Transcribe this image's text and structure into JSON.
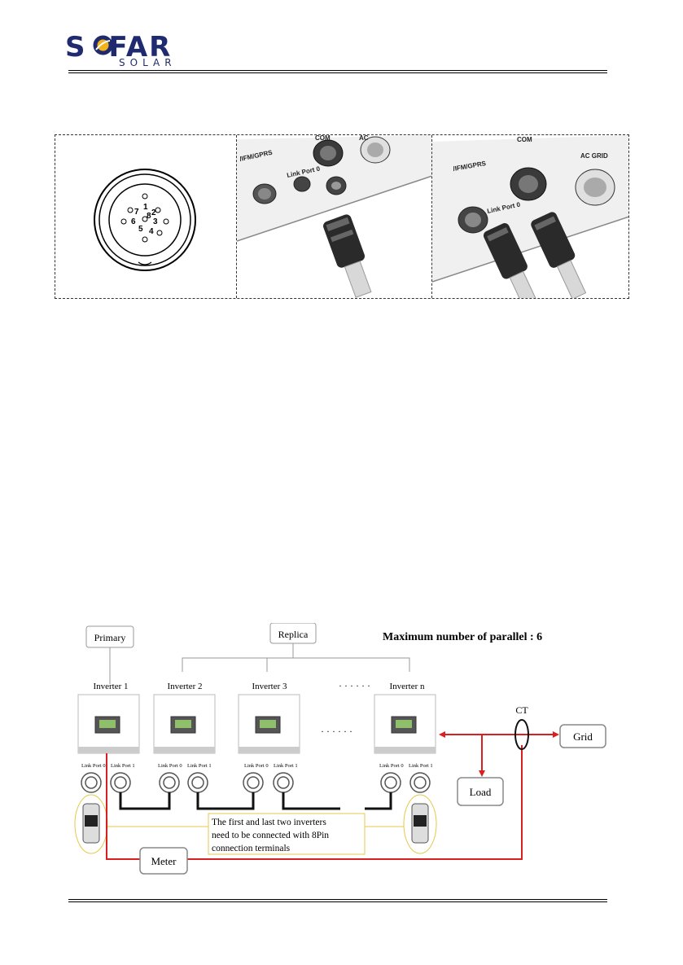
{
  "header": {
    "page_number": "",
    "logo_text": "SOFAR",
    "logo_subtext": "SOLAR"
  },
  "connector_photos": {
    "pin_labels": [
      "1",
      "2",
      "3",
      "4",
      "5",
      "6",
      "7",
      "8"
    ],
    "photo2_labels": {
      "ifm": "/IFM/GPRS",
      "com": "COM",
      "ac": "AC",
      "link0": "Link Port 0"
    },
    "photo3_labels": {
      "ifm": "/IFM/GPRS",
      "com": "COM",
      "ac": "AC GRID",
      "link0": "Link Port 0"
    }
  },
  "diagram": {
    "primary_label": "Primary",
    "replica_label": "Replica",
    "max_parallel": "Maximum number of parallel : 6",
    "inverters": [
      "Inverter 1",
      "Inverter 2",
      "Inverter 3",
      "Inverter n"
    ],
    "dots_top": "· · · · · ·",
    "dots_mid": "· · · · · ·",
    "port_labels": [
      "Link Port 0",
      "Link Port 1",
      "Link Port 0",
      "Link Port 1",
      "Link Port 0",
      "Link Port 1",
      "Link Port 0",
      "Link Port 1"
    ],
    "ct_label": "CT",
    "grid_label": "Grid",
    "load_label": "Load",
    "meter_label": "Meter",
    "note_lines": [
      "The first and last two inverters",
      "need to be connected with 8Pin",
      "connection terminals"
    ],
    "colors": {
      "wire_red": "#d92020",
      "note_border": "#e6c84a",
      "box_border": "#888888"
    }
  }
}
